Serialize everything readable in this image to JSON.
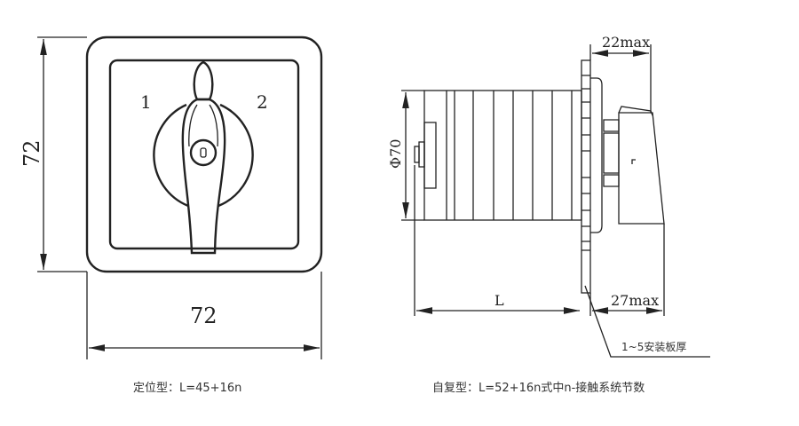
{
  "front_view": {
    "label_pos1": "1",
    "label_pos2": "2",
    "height_dim": "72",
    "width_dim": "72",
    "caption": "定位型：L=45+16n"
  },
  "side_view": {
    "diameter_dim": "Φ70",
    "length_dim": "L",
    "depth_front_dim": "22max",
    "depth_rear_dim": "27max",
    "panel_note": "1~5安装板厚",
    "caption": "自复型：L=52+16n式中n-接触系统节数"
  }
}
